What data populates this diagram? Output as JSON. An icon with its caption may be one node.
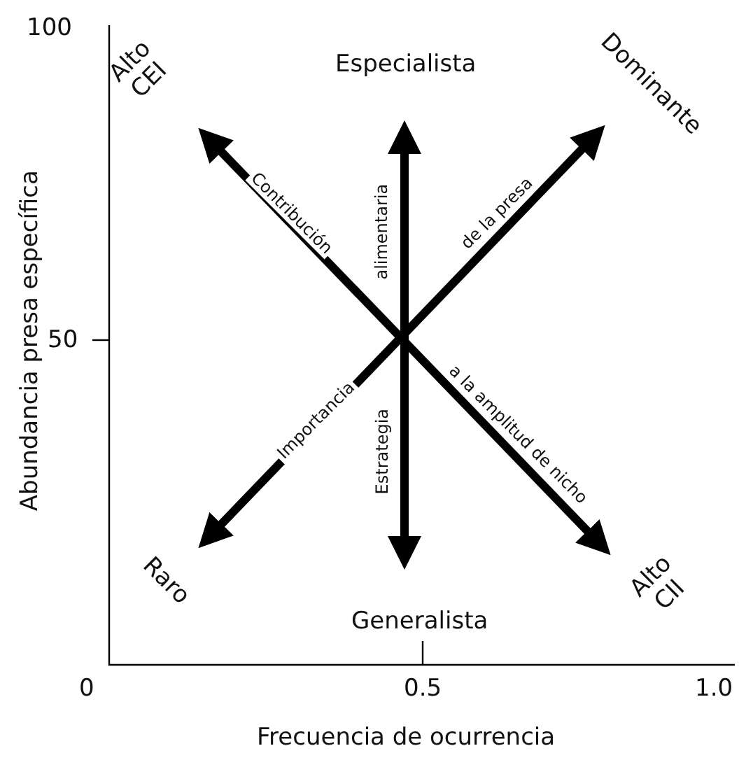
{
  "diagram": {
    "labels": [
      "100",
      "Alto CEI",
      "Especialista",
      "Dominante",
      "Contribución",
      "alimentaria",
      "de la presa",
      "50",
      "Importancia",
      "Estrategia",
      "a la amplitud de nicho",
      "Raro",
      "Alto CII",
      "Generalista",
      "0",
      "0.5",
      "1.0",
      "Frecuencia de ocurrencia",
      "Abundancia presa específica"
    ]
  }
}
